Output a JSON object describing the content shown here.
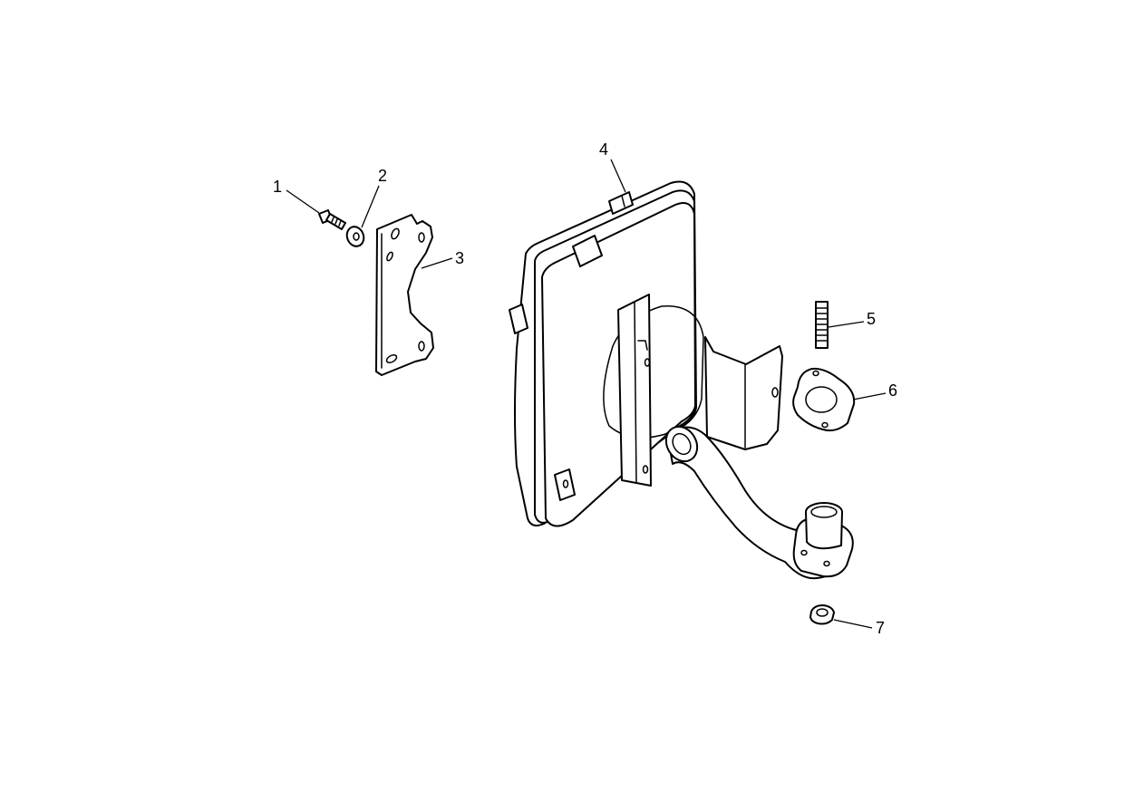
{
  "callouts": [
    {
      "id": "1",
      "label": "1",
      "part": "bolt"
    },
    {
      "id": "2",
      "label": "2",
      "part": "washer"
    },
    {
      "id": "3",
      "label": "3",
      "part": "mounting-bracket"
    },
    {
      "id": "4",
      "label": "4",
      "part": "muffler"
    },
    {
      "id": "5",
      "label": "5",
      "part": "stud"
    },
    {
      "id": "6",
      "label": "6",
      "part": "gasket"
    },
    {
      "id": "7",
      "label": "7",
      "part": "nut"
    }
  ],
  "colors": {
    "line": "#000000",
    "background": "#ffffff"
  }
}
